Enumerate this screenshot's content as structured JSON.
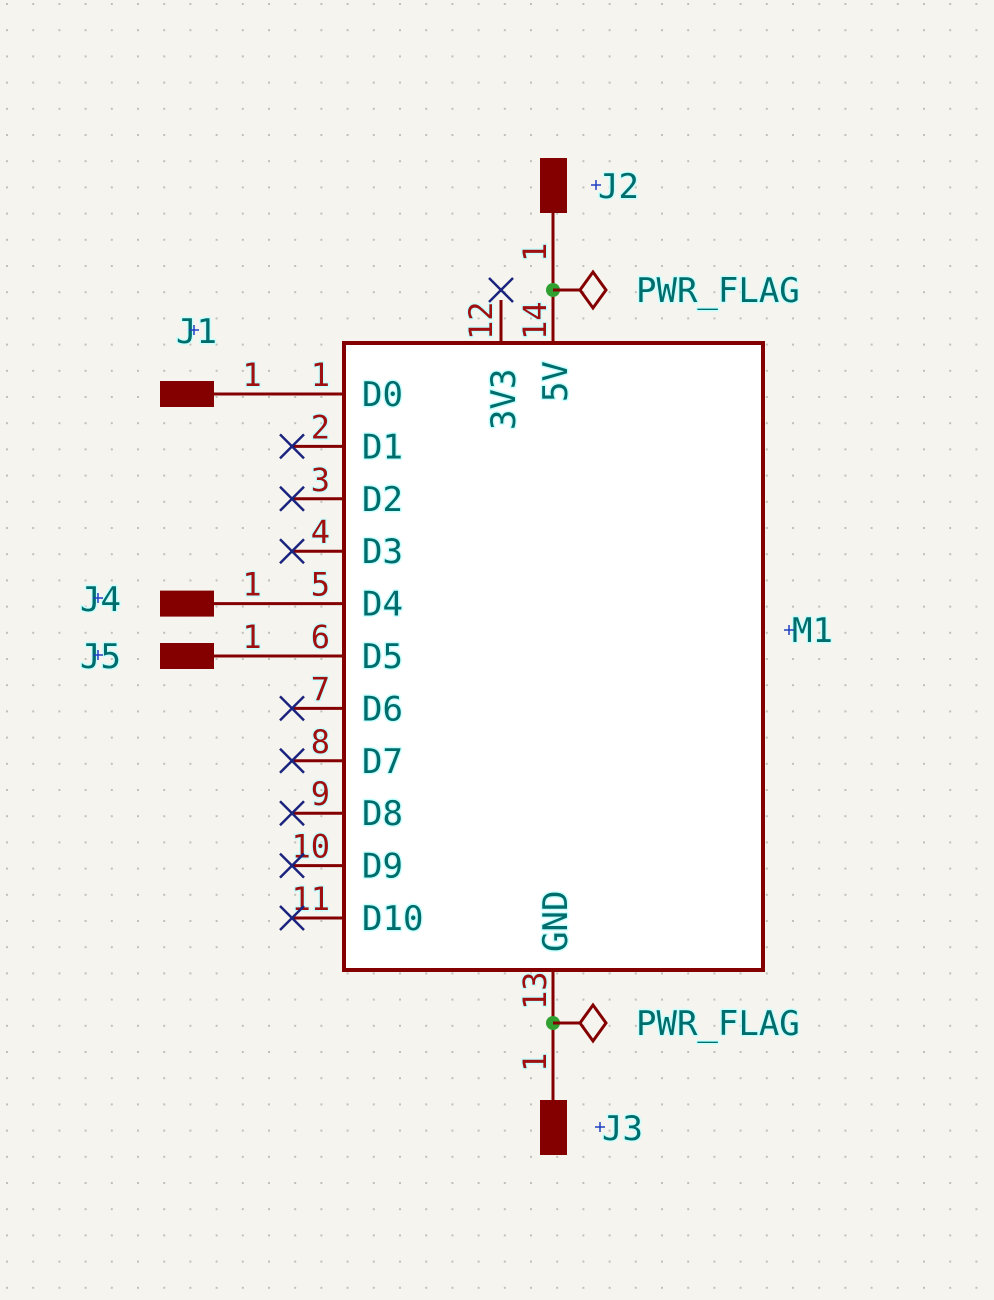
{
  "colors": {
    "background": "#f5f4ef",
    "wire": "#840000",
    "text": "#006d6d",
    "pin_number": "#a01010",
    "no_connect": "#1a237e",
    "junction": "#30a030"
  },
  "component": {
    "ref": "M1",
    "top_pins": [
      {
        "name": "3V3",
        "number": "12",
        "connected": false
      },
      {
        "name": "5V",
        "number": "14",
        "connected": true
      }
    ],
    "left_pins": [
      {
        "name": "D0",
        "number": "1",
        "connected": true,
        "connector": "J1",
        "connector_pin": "1"
      },
      {
        "name": "D1",
        "number": "2",
        "connected": false
      },
      {
        "name": "D2",
        "number": "3",
        "connected": false
      },
      {
        "name": "D3",
        "number": "4",
        "connected": false
      },
      {
        "name": "D4",
        "number": "5",
        "connected": true,
        "connector": "J4",
        "connector_pin": "1"
      },
      {
        "name": "D5",
        "number": "6",
        "connected": true,
        "connector": "J5",
        "connector_pin": "1"
      },
      {
        "name": "D6",
        "number": "7",
        "connected": false
      },
      {
        "name": "D7",
        "number": "8",
        "connected": false
      },
      {
        "name": "D8",
        "number": "9",
        "connected": false
      },
      {
        "name": "D9",
        "number": "10",
        "connected": false
      },
      {
        "name": "D10",
        "number": "11",
        "connected": false
      }
    ],
    "bottom_pin": {
      "name": "GND",
      "number": "13"
    }
  },
  "connectors": {
    "J2": {
      "ref": "J2",
      "pin": "1"
    },
    "J3": {
      "ref": "J3",
      "pin": "1"
    }
  },
  "flags": [
    {
      "label": "PWR_FLAG"
    },
    {
      "label": "PWR_FLAG"
    }
  ]
}
